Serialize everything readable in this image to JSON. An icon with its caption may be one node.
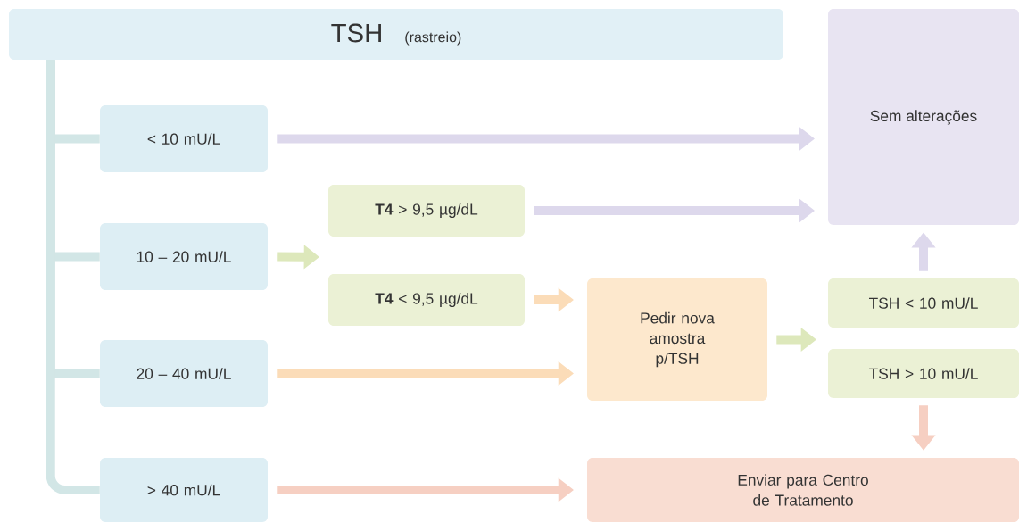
{
  "diagram": {
    "nodes": [
      {
        "text": [
          "TSH",
          "(rastreio)"
        ]
      },
      {
        "text": [
          "< 10 mU/L"
        ]
      },
      {
        "text": [
          "10 – 20 mU/L"
        ]
      },
      {
        "text": [
          "20 – 40 mU/L"
        ]
      },
      {
        "text": [
          "> 40 mU/L"
        ]
      },
      {
        "text": [
          "Sem alterações"
        ]
      },
      {
        "text": [
          "**T4** > 9,5 µg/dL"
        ]
      },
      {
        "text": [
          "**T4** < 9,5 µg/dL"
        ]
      },
      {
        "text": [
          "Pedir nova amostra p/TSH"
        ]
      },
      {
        "text": [
          "TSH < 10 mU/L"
        ]
      },
      {
        "text": [
          "TSH > 10 mU/L"
        ]
      },
      {
        "text": [
          "Enviar para Centro de Tratamento"
        ]
      }
    ],
    "edges": [
      {
        "from": 0,
        "to": 1,
        "arrow": "none"
      },
      {
        "from": 0,
        "to": 2,
        "arrow": "none"
      },
      {
        "from": 0,
        "to": 3,
        "arrow": "none"
      },
      {
        "from": 0,
        "to": 4,
        "arrow": "none"
      },
      {
        "from": 1,
        "to": 5,
        "arrow": "to"
      },
      {
        "from": 2,
        "to": null,
        "arrow": "to"
      },
      {
        "from": 6,
        "to": 5,
        "arrow": "to"
      },
      {
        "from": 7,
        "to": 8,
        "arrow": "to"
      },
      {
        "from": 3,
        "to": 8,
        "arrow": "to"
      },
      {
        "from": 4,
        "to": 11,
        "arrow": "to"
      },
      {
        "from": 8,
        "to": null,
        "arrow": "to"
      },
      {
        "from": 9,
        "to": 5,
        "arrow": "to"
      },
      {
        "from": 10,
        "to": 11,
        "arrow": "to"
      }
    ]
  }
}
